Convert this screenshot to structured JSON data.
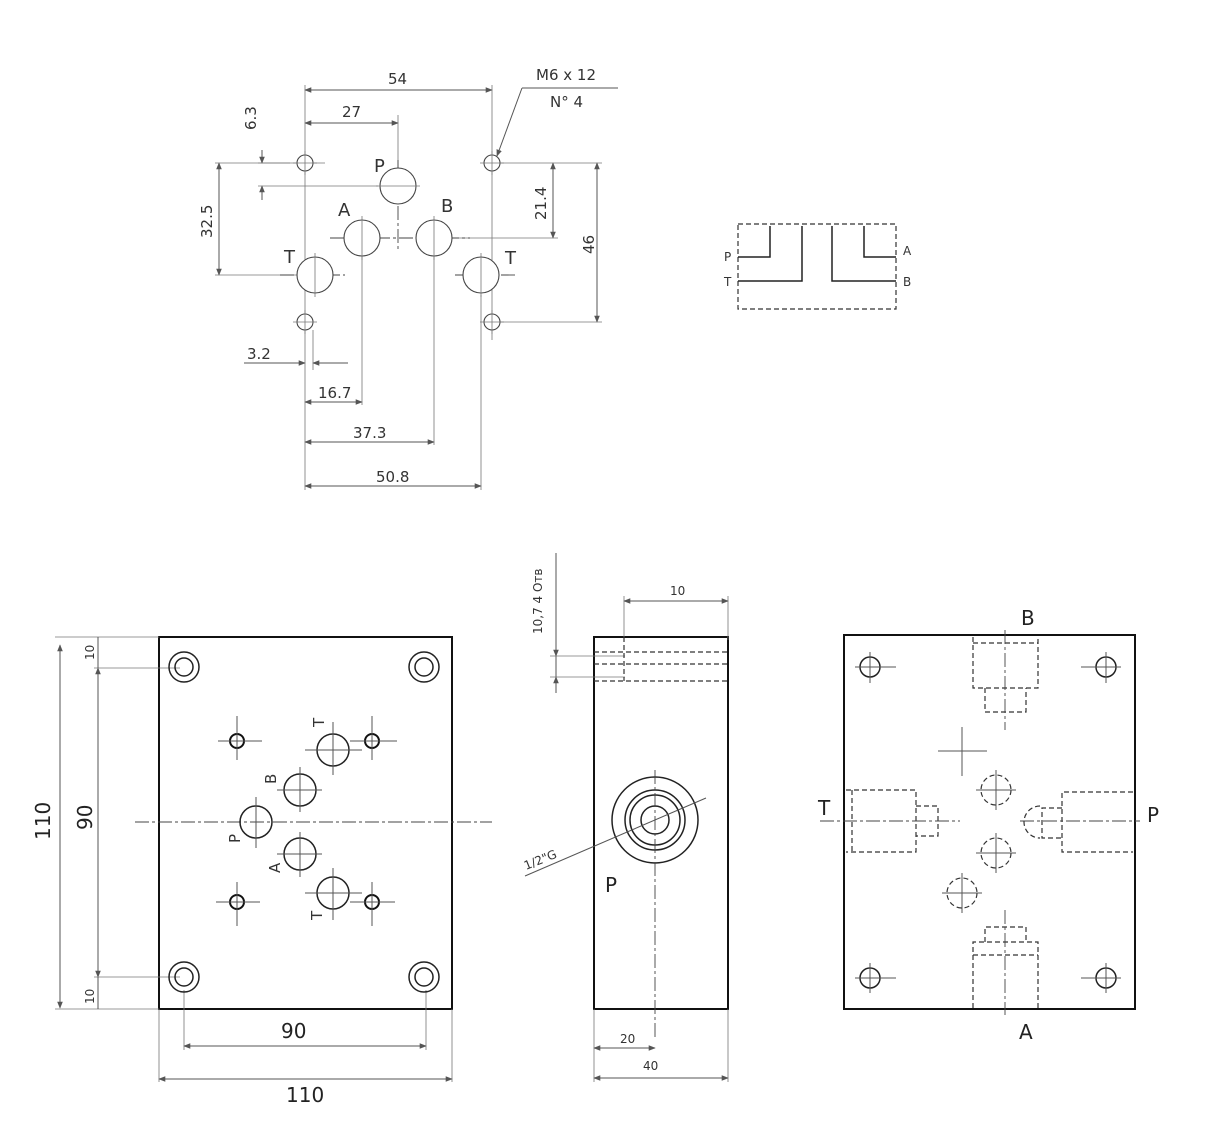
{
  "interface_view": {
    "dims": {
      "d54": "54",
      "d27": "27",
      "d63": "6.3",
      "d325": "32.5",
      "d214": "21.4",
      "d46": "46",
      "d32": "3.2",
      "d167": "16.7",
      "d373": "37.3",
      "d508": "50.8"
    },
    "thread_note": {
      "size": "M6  x  12",
      "count": "N° 4"
    },
    "port_labels": {
      "p": "P",
      "a": "A",
      "b": "B",
      "t_left": "T",
      "t_right": "T"
    }
  },
  "symbol": {
    "labels": {
      "p": "P",
      "t": "T",
      "a": "A",
      "b": "B"
    }
  },
  "front_view": {
    "dims": {
      "height_outer": "110",
      "height_inner": "90",
      "edge_top": "10",
      "edge_bottom": "10",
      "width_inner": "90",
      "width_outer": "110"
    },
    "port_labels": {
      "t_top": "T",
      "b": "B",
      "p": "P",
      "a": "A",
      "t_bottom": "T"
    }
  },
  "side_view": {
    "dims": {
      "hole_note": "10,7  4 Отв",
      "depth": "10",
      "offset": "20",
      "thickness": "40"
    },
    "thread": "1/2\"G",
    "port_label": "P"
  },
  "back_view": {
    "port_labels": {
      "b": "B",
      "t": "T",
      "p": "P",
      "a": "A"
    }
  }
}
